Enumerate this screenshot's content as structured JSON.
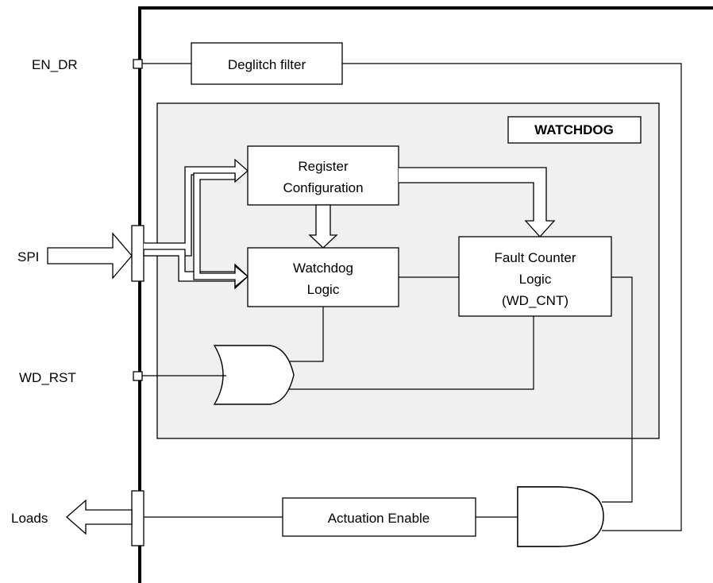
{
  "pins": {
    "en_dr": "EN_DR",
    "spi": "SPI",
    "wd_rst": "WD_RST",
    "loads": "Loads"
  },
  "blocks": {
    "deglitch": "Deglitch filter",
    "watchdog_title": "WATCHDOG",
    "register_config": [
      "Register",
      "Configuration"
    ],
    "watchdog_logic": [
      "Watchdog",
      "Logic"
    ],
    "fault_counter": [
      "Fault Counter",
      "Logic",
      "(WD_CNT)"
    ],
    "actuation_enable": "Actuation Enable"
  },
  "colors": {
    "watchdog_fill": "#f0f0f0",
    "line": "#000000",
    "background": "#ffffff"
  }
}
